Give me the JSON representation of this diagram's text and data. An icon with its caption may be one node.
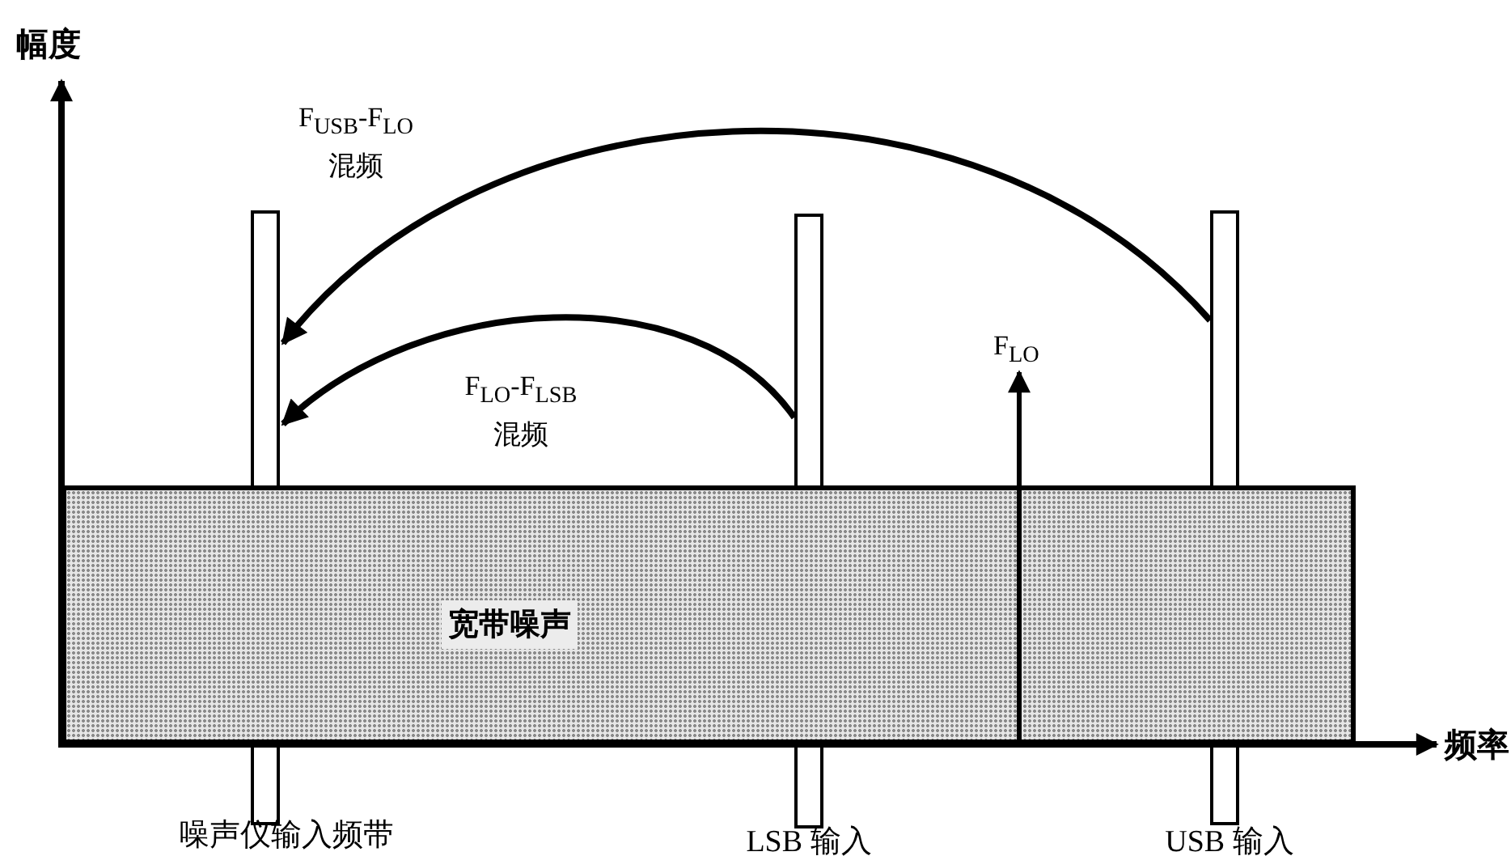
{
  "diagram": {
    "nodes": [
      {
        "text": [
          "宽带噪声"
        ]
      },
      {
        "text": [],
        "shape": "bar"
      },
      {
        "text": [],
        "shape": "bar"
      },
      {
        "text": [],
        "shape": "bar"
      }
    ],
    "edges": [
      {
        "from": 3,
        "to": 1,
        "arrow": "to",
        "label": "F$_{USB}$-F$_{LO}$ 混频"
      },
      {
        "from": 2,
        "to": 1,
        "arrow": "to",
        "label": "F$_{LO}$-F$_{LSB}$ 混频"
      }
    ],
    "labels": [
      "幅度",
      "F$_{LO}$",
      "频率",
      "噪声仪输入频带",
      "LSB 输入",
      "USB 输入"
    ]
  }
}
